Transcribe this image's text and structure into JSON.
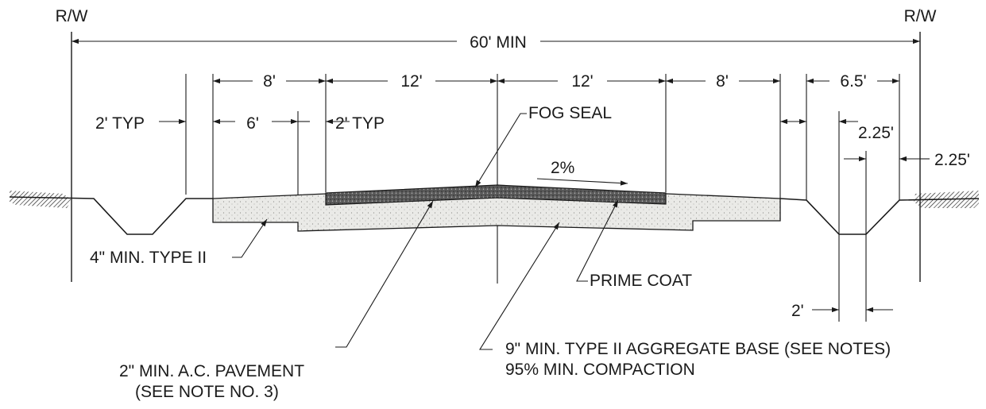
{
  "drawing": {
    "rw_left": "R/W",
    "rw_right": "R/W",
    "overall_width": "60' MIN",
    "dim_shoulder_left": "8'",
    "dim_lane_left": "12'",
    "dim_lane_right": "12'",
    "dim_shoulder_right": "8'",
    "dim_ditch_top": "6.5'",
    "dim_typ_left": "2' TYP",
    "dim_six": "6'",
    "dim_typ_mid": "2' TYP",
    "dim_ditch_half": "2.25'",
    "dim_ditch_edge": "2.25'",
    "dim_ditch_bottom": "2'",
    "cross_slope": "2%",
    "fog_seal": "FOG SEAL",
    "prime_coat": "PRIME COAT",
    "type_ii_base_4in": "4\" MIN. TYPE II",
    "ac_pavement_line1": "2\" MIN. A.C. PAVEMENT",
    "ac_pavement_line2": "(SEE NOTE NO. 3)",
    "aggregate_line1": "9\" MIN. TYPE II AGGREGATE BASE (SEE NOTES)",
    "aggregate_line2": "95% MIN. COMPACTION"
  },
  "colors": {
    "ink": "#1a1a1a",
    "aggregate_fill": "#e9e9e6",
    "pavement_fill": "#4a4a4a"
  }
}
